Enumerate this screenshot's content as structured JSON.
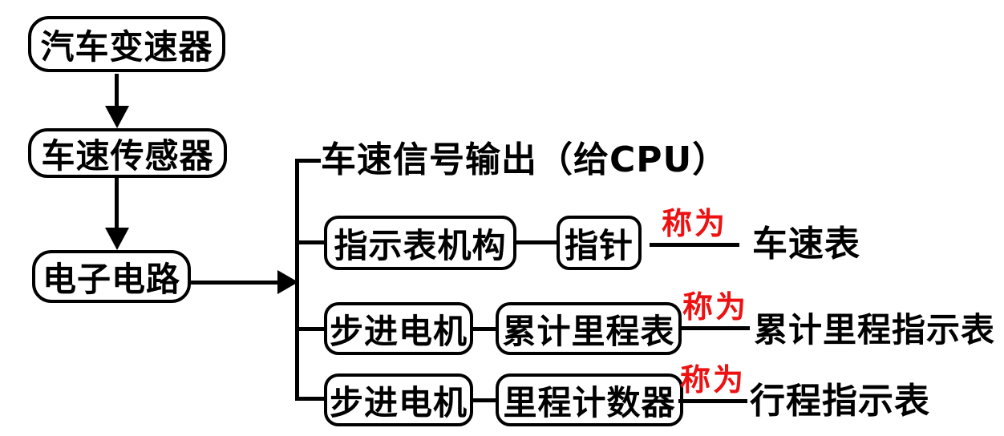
{
  "colors": {
    "ink": "#000000",
    "accent_red": "#ee1111",
    "background": "#ffffff"
  },
  "chain": {
    "transmission": "汽车变速器",
    "sensor": "车速传感器",
    "circuit": "电子电路"
  },
  "branches": [
    {
      "text": "车速信号输出（给CPU）"
    },
    {
      "box1": "指示表机构",
      "box2": "指针",
      "relation": "称为",
      "result": "车速表"
    },
    {
      "box1": "步进电机",
      "box2": "累计里程表",
      "relation": "称为",
      "result": "累计里程指示表"
    },
    {
      "box1": "步进电机",
      "box2": "里程计数器",
      "relation": "称为",
      "result": "行程指示表"
    }
  ]
}
